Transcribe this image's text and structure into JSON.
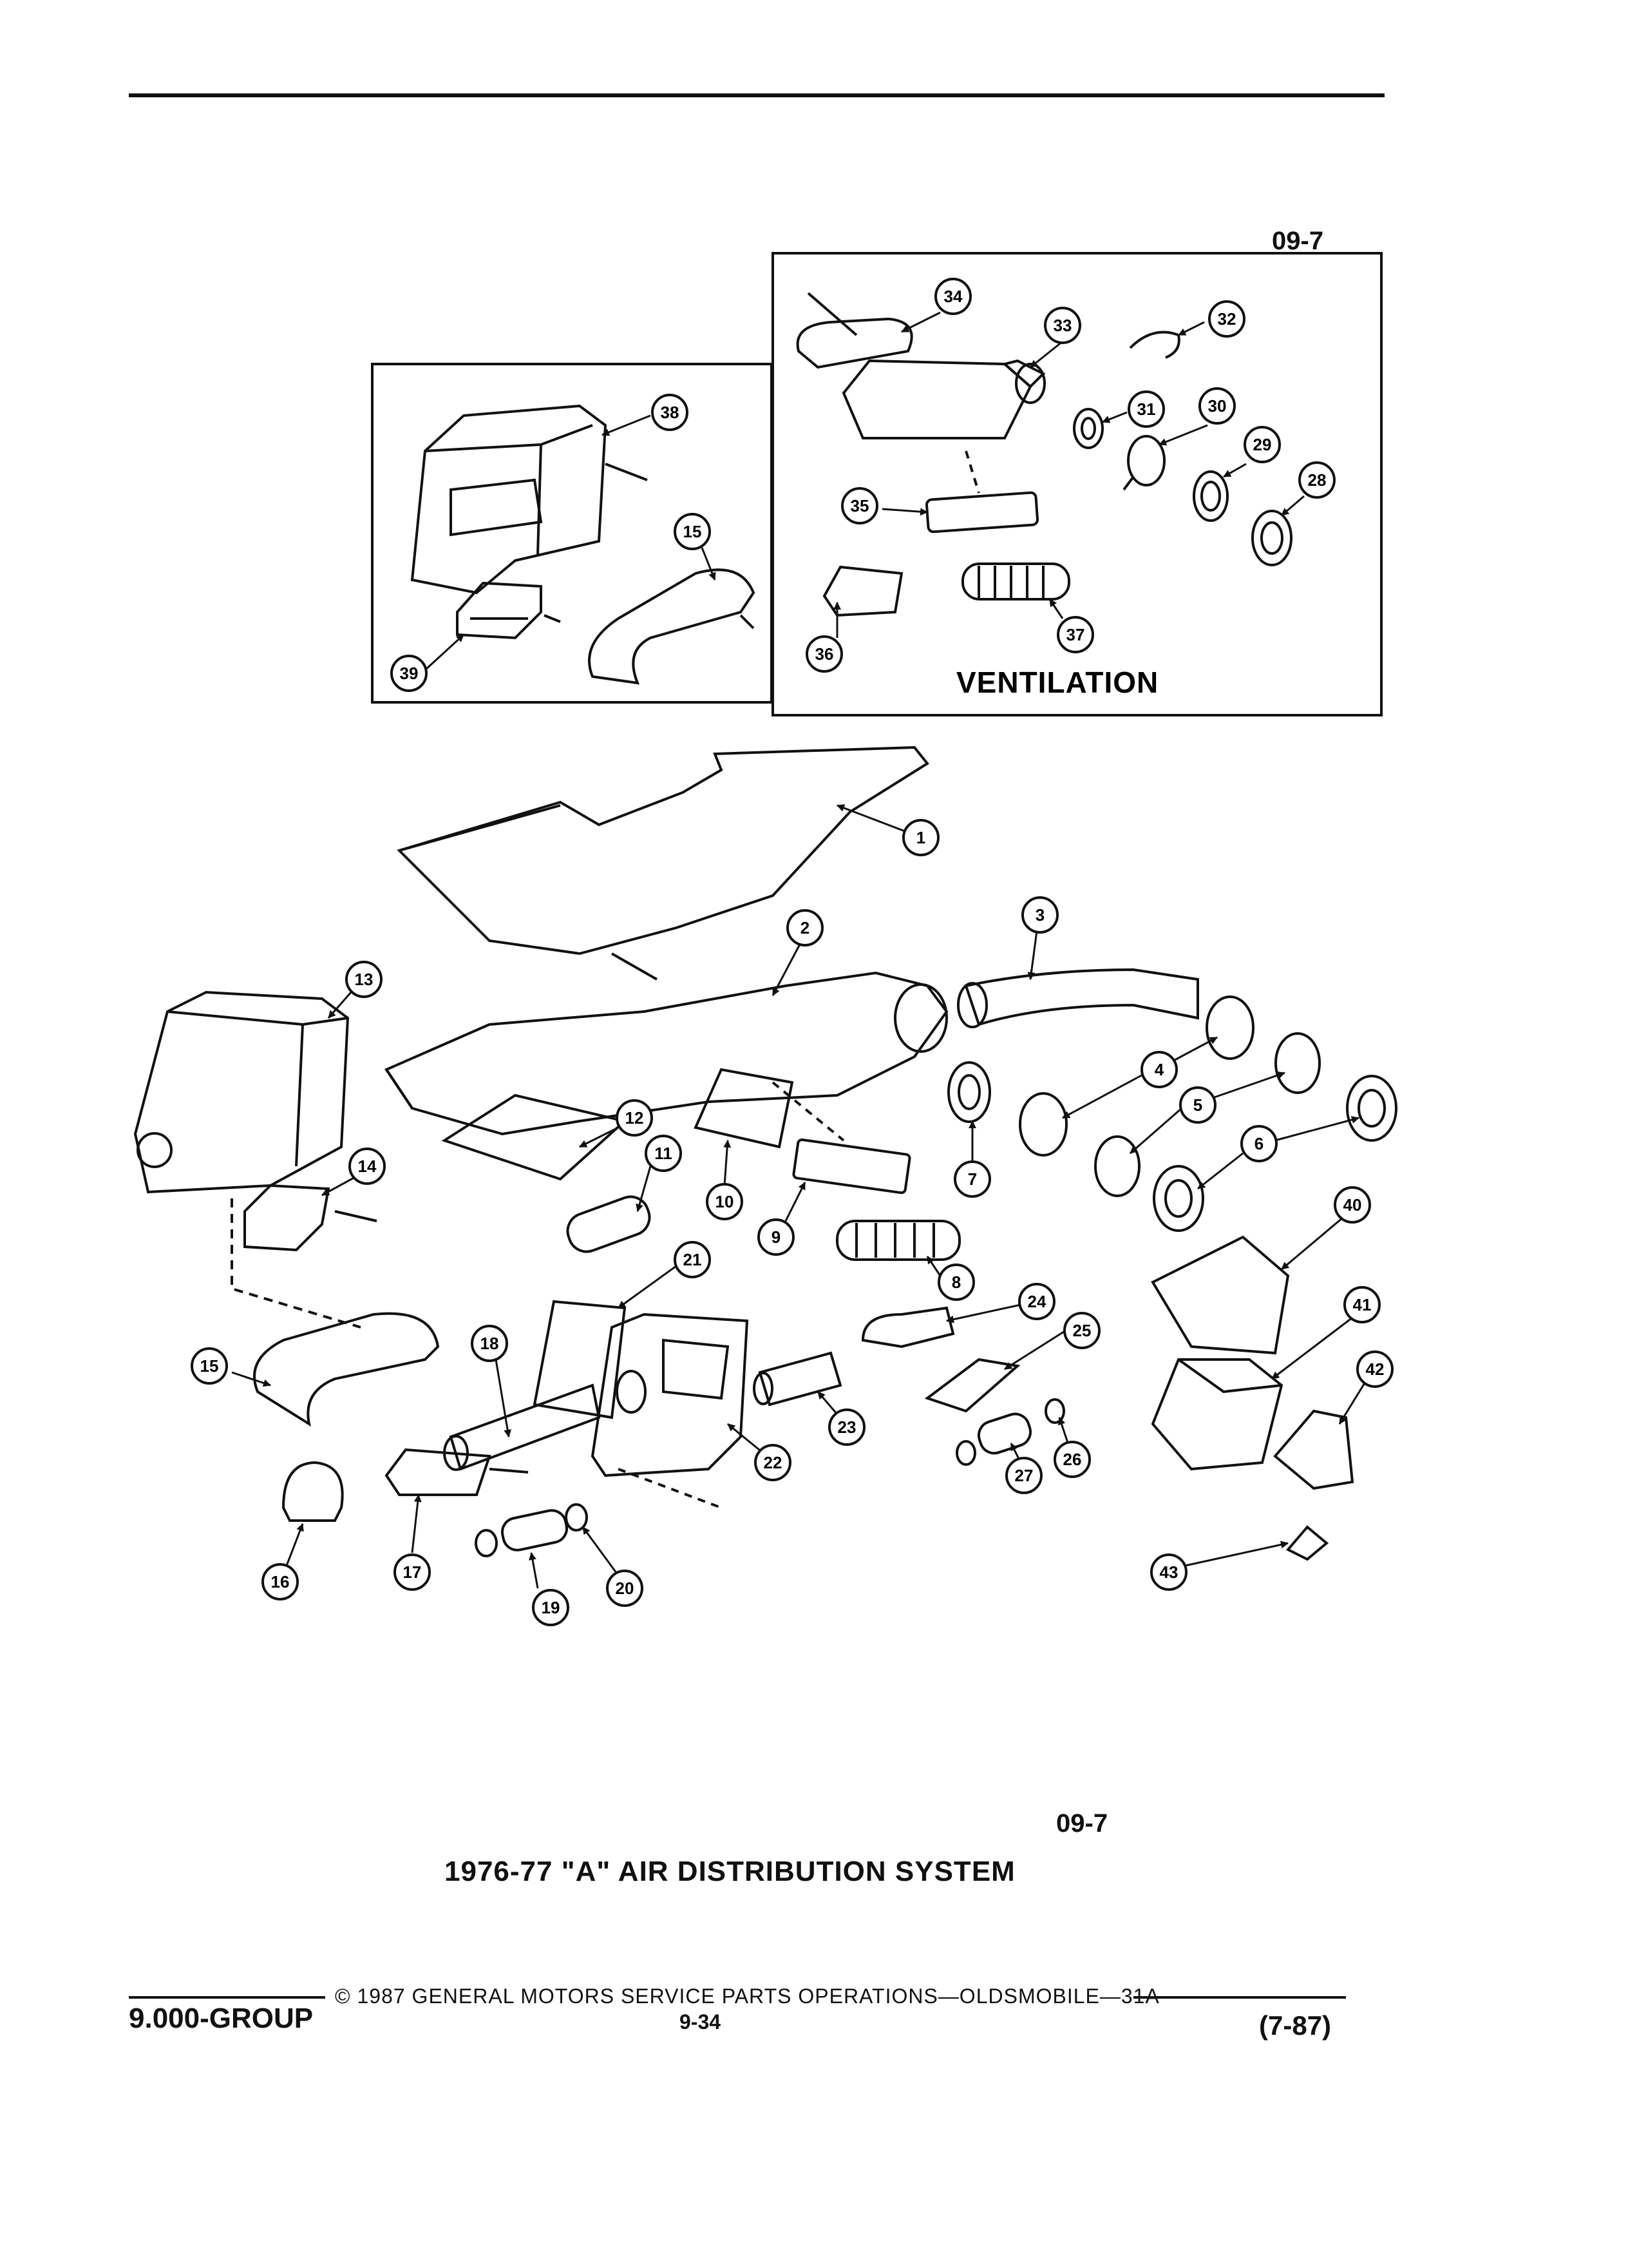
{
  "figure_code_top": "09-7",
  "figure_code_bottom": "09-7",
  "inset_label": "VENTILATION",
  "caption": "1976-77 \"A\" AIR DISTRIBUTION SYSTEM",
  "footer": {
    "copyright": "© 1987 GENERAL MOTORS SERVICE PARTS OPERATIONS—OLDSMOBILE—31A",
    "group": "9.000-GROUP",
    "page_number": "9-34",
    "revision_date": "(7-87)"
  },
  "callouts": [
    {
      "id": "1",
      "label": "1"
    },
    {
      "id": "2",
      "label": "2"
    },
    {
      "id": "3",
      "label": "3"
    },
    {
      "id": "4",
      "label": "4"
    },
    {
      "id": "5",
      "label": "5"
    },
    {
      "id": "6",
      "label": "6"
    },
    {
      "id": "7",
      "label": "7"
    },
    {
      "id": "8",
      "label": "8"
    },
    {
      "id": "9",
      "label": "9"
    },
    {
      "id": "10",
      "label": "10"
    },
    {
      "id": "11",
      "label": "11"
    },
    {
      "id": "12",
      "label": "12"
    },
    {
      "id": "13",
      "label": "13"
    },
    {
      "id": "14",
      "label": "14"
    },
    {
      "id": "15a",
      "label": "15"
    },
    {
      "id": "15b",
      "label": "15"
    },
    {
      "id": "16",
      "label": "16"
    },
    {
      "id": "17",
      "label": "17"
    },
    {
      "id": "18",
      "label": "18"
    },
    {
      "id": "19",
      "label": "19"
    },
    {
      "id": "20",
      "label": "20"
    },
    {
      "id": "21",
      "label": "21"
    },
    {
      "id": "22",
      "label": "22"
    },
    {
      "id": "23",
      "label": "23"
    },
    {
      "id": "24",
      "label": "24"
    },
    {
      "id": "25",
      "label": "25"
    },
    {
      "id": "26",
      "label": "26"
    },
    {
      "id": "27",
      "label": "27"
    },
    {
      "id": "28",
      "label": "28"
    },
    {
      "id": "29",
      "label": "29"
    },
    {
      "id": "30",
      "label": "30"
    },
    {
      "id": "31",
      "label": "31"
    },
    {
      "id": "32",
      "label": "32"
    },
    {
      "id": "33",
      "label": "33"
    },
    {
      "id": "34",
      "label": "34"
    },
    {
      "id": "35",
      "label": "35"
    },
    {
      "id": "36",
      "label": "36"
    },
    {
      "id": "37",
      "label": "37"
    },
    {
      "id": "38",
      "label": "38"
    },
    {
      "id": "39",
      "label": "39"
    },
    {
      "id": "40",
      "label": "40"
    },
    {
      "id": "41",
      "label": "41"
    },
    {
      "id": "42",
      "label": "42"
    },
    {
      "id": "43",
      "label": "43"
    }
  ]
}
